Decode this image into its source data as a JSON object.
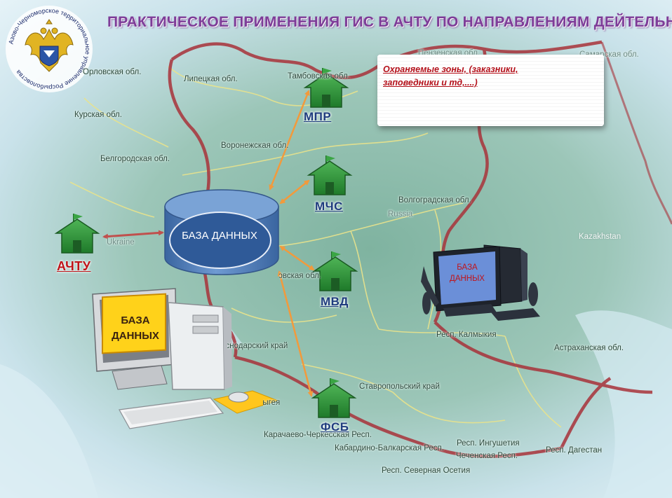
{
  "title": "ПРАКТИЧЕСКОЕ ПРИМЕНЕНИЯ ГИС В АЧТУ ПО НАПРАВЛЕНИЯМ ДЕЙТЕЛЬНОСТИ:",
  "logo": {
    "text": "Азово-Черноморское территориальное управление Росрыболовства"
  },
  "map_regions": [
    {
      "name": "Орловская обл."
    },
    {
      "name": "Липецкая обл."
    },
    {
      "name": "Тамбовская обл."
    },
    {
      "name": "Курская обл."
    },
    {
      "name": "Воронежская обл."
    },
    {
      "name": "Белгородская обл."
    },
    {
      "name": "Волгоградская обл."
    },
    {
      "name": "Russia"
    },
    {
      "name": "Kazakhstan"
    },
    {
      "name": "Ukraine"
    },
    {
      "name": "Ростовская обл."
    },
    {
      "name": "Респ. Калмыкия"
    },
    {
      "name": "Астраханская обл."
    },
    {
      "name": "Краснодарский край"
    },
    {
      "name": "Ставропольский край"
    },
    {
      "name": "Адыгея"
    },
    {
      "name": "Карачаево-Черкесская Респ."
    },
    {
      "name": "Кабардино-Балкарская Респ."
    },
    {
      "name": "Респ. Ингушетия"
    },
    {
      "name": "Чеченская Респ."
    },
    {
      "name": "Респ. Дагестан"
    },
    {
      "name": "Респ. Северная Осетия"
    },
    {
      "name": "Пензенская обл."
    },
    {
      "name": "Самарская обл."
    }
  ],
  "database": {
    "label": "БАЗА ДАННЫХ"
  },
  "organizations": [
    {
      "id": "achtu",
      "label": "АЧТУ"
    },
    {
      "id": "mpr",
      "label": "МПР"
    },
    {
      "id": "mchs",
      "label": "МЧС"
    },
    {
      "id": "mvd",
      "label": "МВД"
    },
    {
      "id": "fsb",
      "label": "ФСБ"
    }
  ],
  "callout": {
    "text": "Охраняемые зоны, (заказники, заповедники и тд,....)"
  },
  "computers": {
    "left_label": "БАЗА ДАННЫХ",
    "right_label": "БАЗА ДАННЫХ"
  },
  "colors": {
    "title": "#7e3c98",
    "org_label": "#1f3c7e",
    "achtu_label": "#c0141a",
    "house_green": "#2e8b35",
    "arrow_orange": "#f29a3c",
    "arrow_red": "#c0504d",
    "database_blue": "#4f81bd",
    "border_red": "#a8323a"
  }
}
